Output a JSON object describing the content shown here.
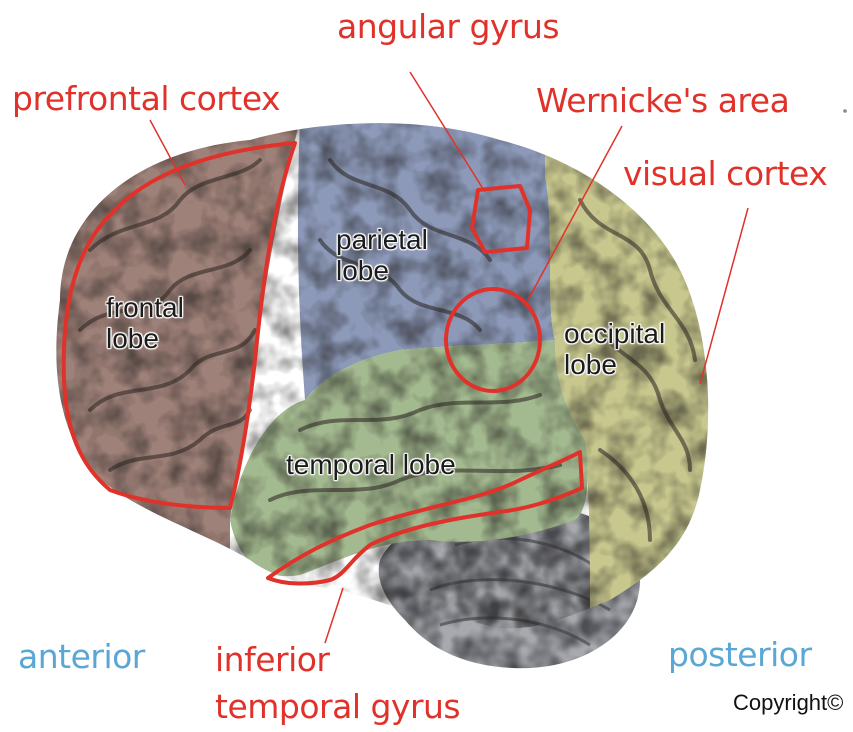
{
  "callouts": {
    "angular_gyrus": "angular gyrus",
    "prefrontal_cortex": "prefrontal cortex",
    "wernickes_area": "Wernicke's area",
    "visual_cortex": "visual cortex",
    "inferior_temporal_gyrus_line1": "inferior",
    "inferior_temporal_gyrus_line2": "temporal gyrus"
  },
  "lobes": {
    "frontal_line1": "frontal",
    "frontal_line2": "lobe",
    "parietal_line1": "parietal",
    "parietal_line2": "lobe",
    "occipital_line1": "occipital",
    "occipital_line2": "lobe",
    "temporal": "temporal lobe"
  },
  "directions": {
    "anterior": "anterior",
    "posterior": "posterior"
  },
  "copyright": "Copyright©",
  "colors": {
    "callout_red": "#e0322a",
    "direction_blue": "#5aa7d6",
    "frontal": "#9e8178",
    "parietal": "#8c99b8",
    "occipital": "#c7c78e",
    "temporal": "#a3b98f",
    "cerebellum": "#a7a9ae"
  }
}
